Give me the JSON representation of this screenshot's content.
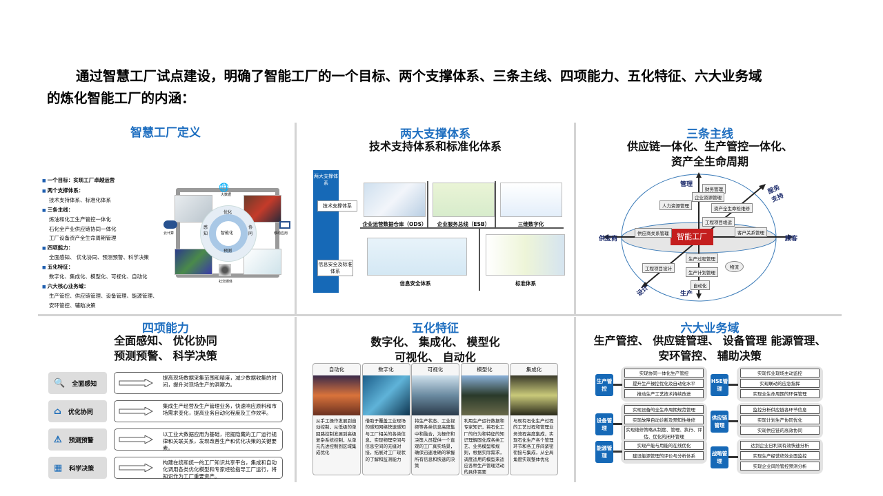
{
  "heading": {
    "line1": "通过智慧工厂试点建设，明确了智能工厂的一个目标、两个支撑体系、三条主线、四项能力、五化特征、六大业务域",
    "line2": "的炼化智能工厂的内涵："
  },
  "p1": {
    "title": "智慧工厂定义",
    "list": [
      {
        "head": "一个目标：实现工厂卓越运营",
        "sub": []
      },
      {
        "head": "两个支撑体系：",
        "sub": [
          "技术支持体系、标准化体系"
        ]
      },
      {
        "head": "三条主线：",
        "sub": [
          "炼油和化工生产管控一体化",
          "石化全产业供应链协同一体化",
          "工厂设备资产全生命周期管理"
        ]
      },
      {
        "head": "四项能力：",
        "sub": [
          "全面感知、 优化协同、预测预警、科学决策"
        ]
      },
      {
        "head": "五化特征：",
        "sub": [
          "数字化、集成化、模型化、可视化、自动化"
        ]
      },
      {
        "head": "六大核心业务域：",
        "sub": [
          "生产管控、供应链管理、设备管理、能源管理、",
          "安环管控、辅助决策"
        ]
      }
    ],
    "diagram": {
      "center": "智能化",
      "top": "优化",
      "left": "感知",
      "right": "协同",
      "bottom": "预测",
      "bigdata": "大数据",
      "cloud": "云计算",
      "mobile": "移动应用",
      "social": "社交媒体"
    }
  },
  "p2": {
    "title": "两大支撑体系",
    "subtitle": "技术支持体系和标准化体系",
    "bar": "两大支撑体系",
    "tech": "技术支撑体系",
    "sec": "信息安全及标准体系",
    "captions": [
      "企业运营数据仓库（ODS）",
      "企业服务总线（ESB）",
      "三维数字化",
      "信息安全体系",
      "标准体系"
    ]
  },
  "p3": {
    "title": "三条主线",
    "subtitle1": "供应链一体化、生产管控一体化、",
    "subtitle2": "资产全生命周期",
    "center": "智能工厂",
    "axes": {
      "top": "管理",
      "bottom": "生产",
      "left": "供应商",
      "right": "顾客",
      "diag_up": "服务支持",
      "diag_down": "设计"
    },
    "boxes": [
      "财务管理",
      "企业资源管理",
      "人力资源管理",
      "资产全生命检维修",
      "工程项目竣运",
      "供应商关系管理",
      "客户关系管理",
      "生产过程管理",
      "工程项目设计",
      "生产计划管理",
      "自动化",
      "物流"
    ]
  },
  "p4": {
    "title": "四项能力",
    "subtitle1": "全面感知、 优化协同",
    "subtitle2": "预测预警、 科学决策",
    "rows": [
      {
        "label": "全面感知",
        "icon": "search-icon",
        "text": "提高现场数据采集范围和精度，减少数据收集的时间，提升对现场生产的洞察力。"
      },
      {
        "label": "优化协同",
        "icon": "home-icon",
        "text": "集成生产经营及生产管理业务，快速响应原料和市场需求变化，提高业务自动化程度及工作效率。"
      },
      {
        "label": "预测预警",
        "icon": "warning-icon",
        "text": "以工业大数据应用为基础，挖掘隐藏的工厂运行规律和关联关系，发现改善生产和优化决策的关键要素。"
      },
      {
        "label": "科学决策",
        "icon": "data-icon",
        "text": "构建在统和统一的工厂知识共享平台，集成和自动化调用各类优化模型和专家经验指导工厂运行，将知识作为工厂重要资产。"
      }
    ]
  },
  "p5": {
    "title": "五化特征",
    "subtitle1": "数字化、 集成化、 模型化",
    "subtitle2": "可视化、 自动化",
    "cards": [
      {
        "h": "自动化",
        "t": "从手工操作发展到自动控制，从低级的单回路控制发展到高级复杂系统控制，从单元先进控制到区域集成优化"
      },
      {
        "h": "数字化",
        "t": "借助于覆盖工业现场的感知网络快速感知与工厂相关的各类信息，实现物理空间与信息空间的无缝对接，拓展对工厂现状的了解和监测能力"
      },
      {
        "h": "可视化",
        "t": "将生产状态、工业视频等各类信息高度集中和融合，为操作和决策人员提供一个直观的工厂真实场景，确保迅速准确的掌握所有信息和快速的决策"
      },
      {
        "h": "模型化",
        "t": "利用生产运行数据和专家知识，将石化工厂的行为和特征的知识理解固化成各类工艺、业务模型和规则，根据实际需求，调度适用的模型来适应各种生产管理活动的具体需要"
      },
      {
        "h": "集成化",
        "t": "与现有石化生产过程的工艺过程和管理业务流程高度集成，实现石化生产各个管理环节和各工序间紧密衔接与集成，从全局角度实现整体优化"
      }
    ]
  },
  "p6": {
    "title": "六大业务域",
    "subtitle1": "生产管控、 供应链管理、 设备管理 能源管理、",
    "subtitle2": "安环管控、 辅助决策",
    "groups": [
      {
        "label": "生产管控",
        "items": [
          "实现协同一体化生产管控",
          "提升生产操控优化及自动化水平",
          "推动生产工艺技术持续改进"
        ]
      },
      {
        "label": "HSE管理",
        "items": [
          "实现作业现场主动监控",
          "实现联动的应急指挥",
          "实现全生命周期的环保管理"
        ]
      },
      {
        "label": "设备管理",
        "items": [
          "实现设备的全生命周期规范管理",
          "实现故障自动诊断及预知性维修",
          "实现维修策略从制度、管理、执行、评估、优化的闭环管理"
        ]
      },
      {
        "label": "供应链管理",
        "items": [
          "监控分析供应链各环节信息",
          "实现计划生产协同优化",
          "实现供应链的高效协同"
        ]
      },
      {
        "label": "能源管理",
        "items": [
          "实现产能与用能的在线优化",
          "建设能源管理的评价与分析体系"
        ]
      },
      {
        "label": "战略管理",
        "items": [
          "达到企业日利润有效快速分析",
          "实现生产经营绩效全面监控",
          "实现企业风险管控预测分析"
        ]
      }
    ]
  },
  "colors": {
    "blue": "#1f6fc0",
    "red": "#c41e1e",
    "label_blue": "#1669b7"
  }
}
